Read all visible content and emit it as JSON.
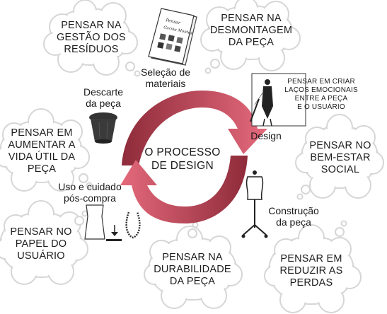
{
  "diagram": {
    "center_title": [
      "O PROCESSO",
      "DE DESIGN"
    ],
    "stages": {
      "selecao": [
        "Seleção de",
        "materiais"
      ],
      "design": [
        "Design"
      ],
      "construcao": [
        "Construção",
        "da peça"
      ],
      "uso": [
        "Uso e cuidado",
        "pós-compra"
      ],
      "descarte": [
        "Descarte",
        "da peça"
      ]
    },
    "clouds": {
      "gestao_residuos": [
        "PENSAR NA",
        "GESTÃO DOS",
        "RESÍDUOS"
      ],
      "desmontagem": [
        "PENSAR NA",
        "DESMONTAGEM",
        "DA PEÇA"
      ],
      "lacos": [
        "PENSAR EM CRIAR",
        "LAÇOS EMOCIONAIS",
        "ENTRE A PEÇA",
        "E O USUÁRIO"
      ],
      "bem_estar": [
        "PENSAR NO",
        "BEM-ESTAR",
        "SOCIAL"
      ],
      "reduzir_perdas": [
        "PENSAR EM",
        "REDUZIR AS",
        "PERDAS"
      ],
      "durabilidade": [
        "PENSAR NA",
        "DURABILIDADE",
        "DA PEÇA"
      ],
      "papel_usuario": [
        "PENSAR NO",
        "PAPEL DO",
        "USUÁRIO"
      ],
      "vida_util": [
        "PENSAR EM",
        "AUMENTAR A",
        "VIDA ÚTIL DA",
        "PEÇA"
      ]
    },
    "notebook_text": [
      "Pensar",
      "Garma Montesi"
    ],
    "colors": {
      "arrow_dark": "#8e2b3a",
      "arrow_light": "#e46a7c",
      "cloud_stroke": "#d6d6d6",
      "cloud_fill": "#ffffff",
      "text": "#1d1d1d"
    }
  }
}
